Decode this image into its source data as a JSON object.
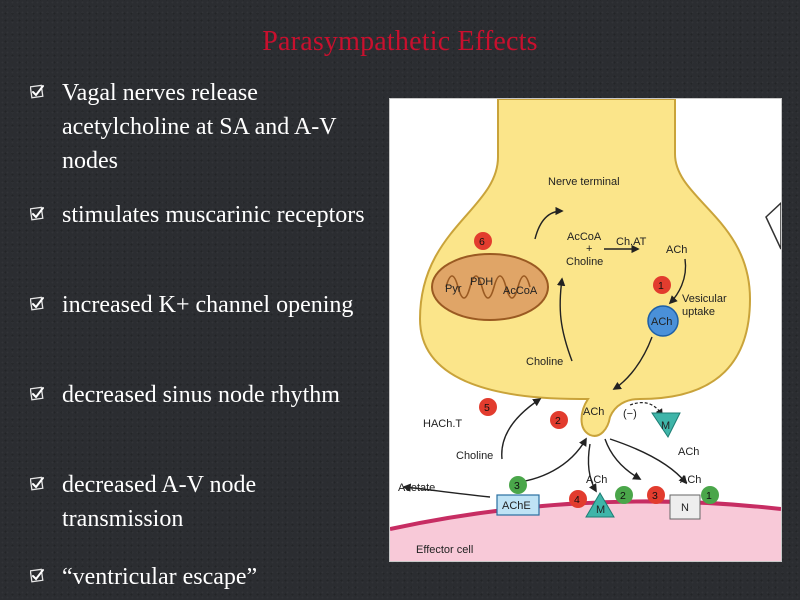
{
  "slide": {
    "title": "Parasympathetic Effects",
    "bullets": [
      "Vagal nerves release acetylcholine at SA and A-V nodes",
      "stimulates muscarinic receptors",
      "increased K+ channel opening",
      "decreased sinus node rhythm",
      "decreased A-V node transmission",
      "“ventricular escape”"
    ],
    "bullet_icon": "checkbox-bullet-icon"
  },
  "figure": {
    "labels": {
      "nerve_terminal": "Nerve terminal",
      "acetyl_coa": "AcCoA",
      "plus": "+",
      "choline_top": "Choline",
      "chat": "Ch.AT",
      "ach_top": "ACh",
      "pyr": "Pyr",
      "pdh": "PDH",
      "mito_accoa": "AcCoA",
      "vesicular": "Vesicular",
      "uptake": "uptake",
      "vesicle_ach": "ACh",
      "choline_mid": "Choline",
      "hacht": "HACh.T",
      "release_ach": "ACh",
      "minus": "(−)",
      "presyn_m": "M",
      "choline_low": "Choline",
      "ach_right": "ACh",
      "ach_cleft": "ACh",
      "ach_cleft2": "ACh",
      "acetate": "Acetate",
      "ache": "AChE",
      "post_m": "M",
      "post_n": "N",
      "effector_cell": "Effector cell"
    },
    "steps": {
      "s1a": "1",
      "s1b": "1",
      "s2a": "2",
      "s2b": "2",
      "s3a": "3",
      "s3b": "3",
      "s4": "4",
      "s5": "5",
      "s6": "6"
    },
    "colors": {
      "terminal": "#fbe58a",
      "terminal_edge": "#c9a33a",
      "mitochondrion": "#e0a567",
      "vesicle": "#4a90d9",
      "effector": "#f8c9d8",
      "membrane": "#c72d63",
      "step_red": "#e23c2e",
      "step_green": "#4aa64a",
      "receptor_teal": "#3fb5a9"
    }
  }
}
